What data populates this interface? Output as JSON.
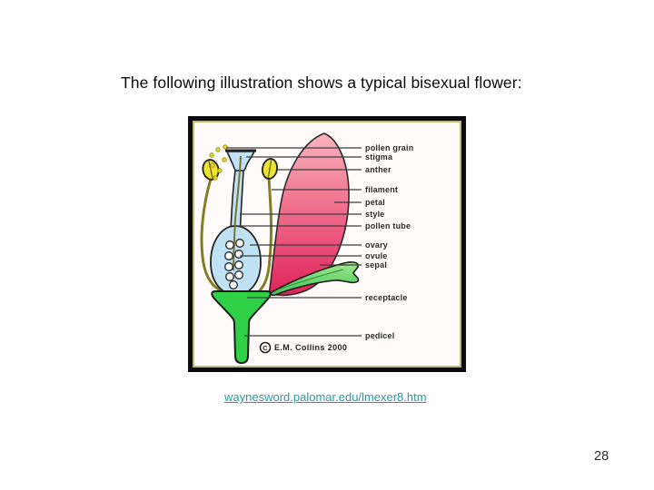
{
  "slide": {
    "title": "The following illustration shows a typical bisexual flower:",
    "link_text": "waynesword.palomar.edu/lmexer8.htm",
    "page_number": "28"
  },
  "figure": {
    "description": "Labeled cross-section diagram of a typical bisexual flower",
    "labels": [
      "pollen grain",
      "stigma",
      "anther",
      "filament",
      "petal",
      "style",
      "pollen tube",
      "ovary",
      "ovule",
      "sepal",
      "receptacle",
      "pedicel"
    ],
    "credit_symbol": "C",
    "credit_text": "E.M. Collins 2000",
    "colors": {
      "petal_top": "#f9b2bd",
      "petal_bottom": "#e1235a",
      "pistil": "#bfe3f4",
      "anther": "#ece431",
      "filament": "#867d22",
      "sepal_top": "#9fe98c",
      "sepal_bottom": "#46c455",
      "receptacle": "#2fd046",
      "pollen": "#e0d42e",
      "frame_border": "#0b0b0b",
      "frame_inner_line": "#b9bc72",
      "link": "#2f98a0"
    }
  }
}
